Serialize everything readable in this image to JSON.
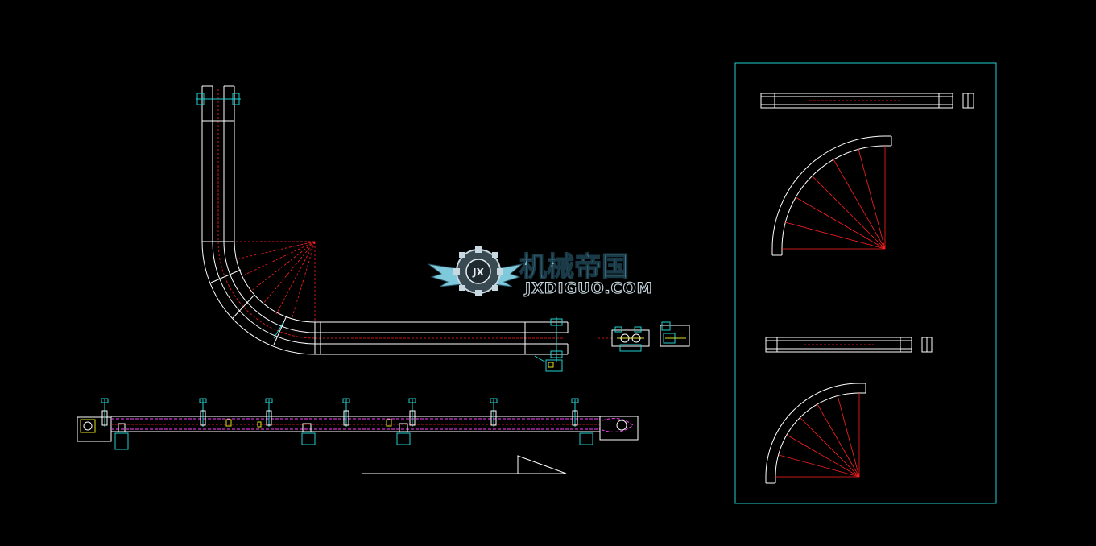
{
  "logo": {
    "name_cn": "机械帝国",
    "site": "JXDIGUO.COM",
    "badge": "JX"
  },
  "colors": {
    "background": "#000000",
    "outline": "#ffffff",
    "centerline": "#ff2020",
    "frame": "#22d0d0",
    "chain": "#ff40ff",
    "accent": "#e0e020",
    "logo_blue": "#7fc9dc"
  },
  "views": [
    "curved-conveyor-plan",
    "conveyor-side-elevation",
    "drive-unit-detail",
    "parts-detail-sheet"
  ]
}
